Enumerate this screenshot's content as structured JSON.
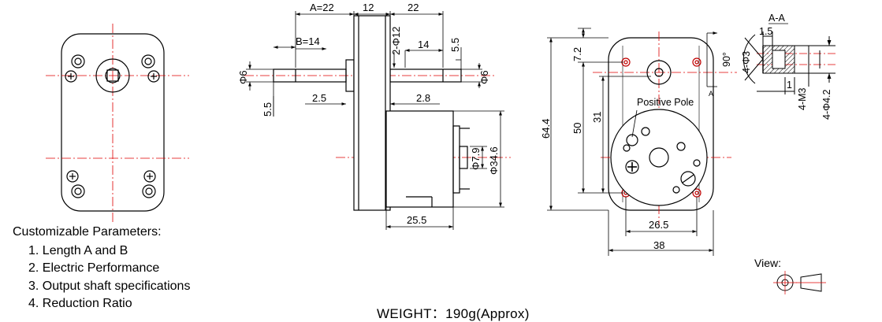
{
  "params": {
    "title": "Customizable Parameters:",
    "items": [
      "1. Length   A and B",
      "2. Electric Performance",
      "3. Output shaft specifications",
      "4. Reduction Ratio"
    ]
  },
  "weight": "WEIGHT：190g(Approx)",
  "view_label": "View:",
  "dims": {
    "a": "A=22",
    "gap": "12",
    "right_len": "22",
    "b": "B=14",
    "two_phi12": "2-Φ12",
    "fourteen": "14",
    "five_five_top": "5.5",
    "phi6_left": "Φ6",
    "phi6_right": "Φ6",
    "five_five_bottom": "5.5",
    "two_five": "2.5",
    "two_eight": "2.8",
    "phi7_9": "Φ7.9",
    "phi34_6": "Φ34.6",
    "twentyfive_five": "25.5",
    "seven_two": "7.2",
    "sixtyfour_four": "64.4",
    "fifty": "50",
    "thirtyone": "31",
    "twentysix_five": "26.5",
    "thirtyeight": "38",
    "positive_pole": "Positive Pole",
    "marker_a": "A",
    "section": "A-A",
    "one_five": "1.5",
    "ninety": "90°",
    "four_phi3": "4-Φ3",
    "one": "1",
    "four_m3": "4-M3",
    "four_phi4_2": "4-Φ4.2"
  }
}
